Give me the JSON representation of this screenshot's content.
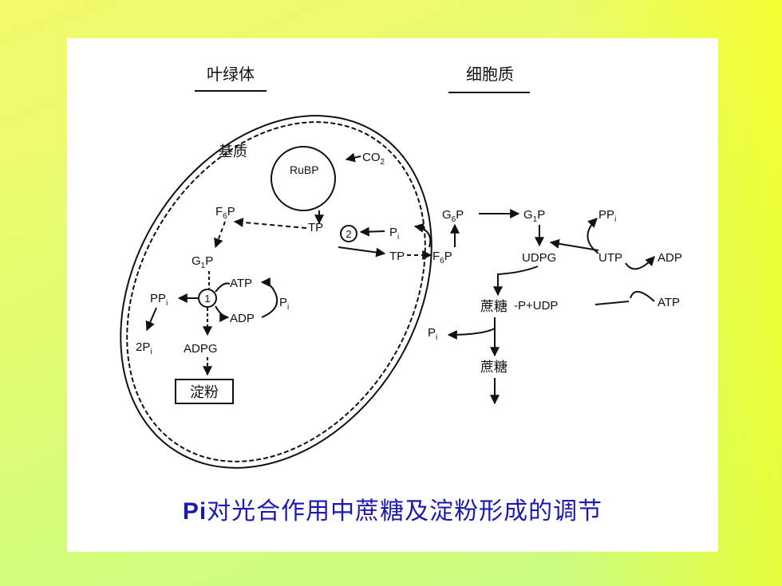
{
  "headers": {
    "chloroplast": "叶绿体",
    "cytoplasm": "细胞质"
  },
  "chloroplast": {
    "stroma": "基质",
    "rubp": "RuBP",
    "co2": "CO",
    "co2_sub": "2",
    "tp_inner": "TP",
    "transporter": "2",
    "f6p": "F",
    "f6p_sub": "6",
    "f6p_tail": "P",
    "g1p": "G",
    "g1p_sub": "1",
    "g1p_tail": "P",
    "enzyme": "1",
    "atp": "ATP",
    "adp": "ADP",
    "pi": "P",
    "pi_sub": "i",
    "ppi": "PP",
    "ppi_sub": "i",
    "two_pi": "2P",
    "two_pi_sub": "i",
    "adpg": "ADPG",
    "starch": "淀粉"
  },
  "cytoplasm": {
    "pi": "P",
    "pi_sub": "i",
    "tp": "TP",
    "f6p": "F",
    "f6p_sub": "6",
    "f6p_tail": "P",
    "g6p": "G",
    "g6p_sub": "6",
    "g6p_tail": "P",
    "g1p": "G",
    "g1p_sub": "1",
    "g1p_tail": "P",
    "udpg": "UDPG",
    "ppi": "PP",
    "ppi_sub": "i",
    "utp": "UTP",
    "adp": "ADP",
    "atp": "ATP",
    "sucrose_p": "蔗糖",
    "sucrose_p_tail": "-P+UDP",
    "pi2": "P",
    "pi2_sub": "i",
    "sucrose": "蔗糖"
  },
  "caption": {
    "prefix": "Pi",
    "text": "对光合作用中蔗糖及淀粉形成的调节"
  },
  "colors": {
    "caption": "#1a1ab0",
    "panel": "#ffffff",
    "background_left": "#d6fc78",
    "background_right": "#ffff00"
  }
}
